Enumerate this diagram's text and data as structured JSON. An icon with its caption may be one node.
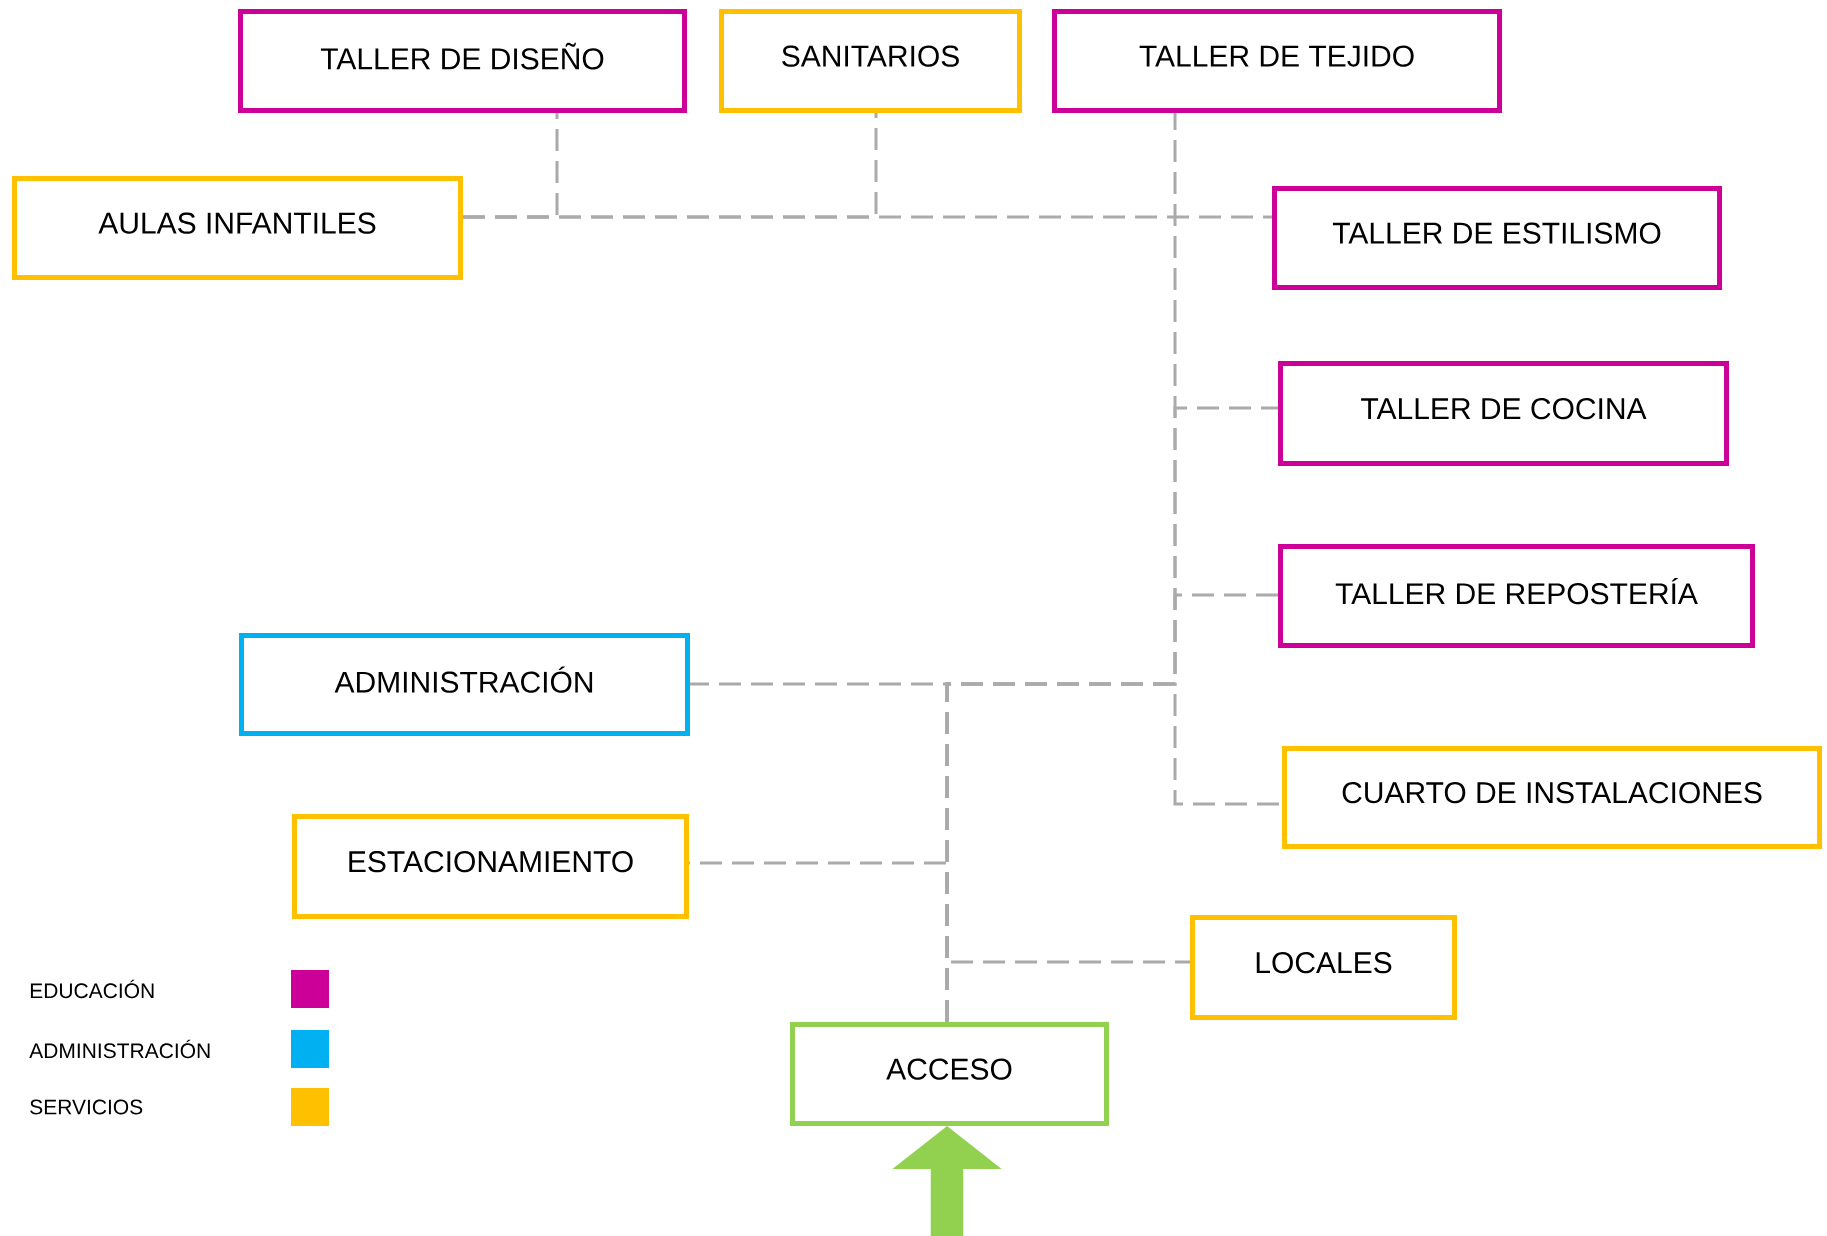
{
  "diagram": {
    "nodes": [
      {
        "text": [
          "TALLER DE DISEÑO"
        ]
      },
      {
        "text": [
          "SANITARIOS"
        ]
      },
      {
        "text": [
          "TALLER DE TEJIDO"
        ]
      },
      {
        "text": [
          "AULAS INFANTILES"
        ]
      },
      {
        "text": [
          "TALLER DE ESTILISMO"
        ]
      },
      {
        "text": [
          "TALLER DE COCINA"
        ]
      },
      {
        "text": [
          "TALLER DE REPOSTERÍA"
        ]
      },
      {
        "text": [
          "ADMINISTRACIÓN"
        ]
      },
      {
        "text": [
          "CUARTO DE INSTALACIONES"
        ]
      },
      {
        "text": [
          "ESTACIONAMIENTO"
        ]
      },
      {
        "text": [
          "LOCALES"
        ]
      },
      {
        "text": [
          "ACCESO"
        ]
      }
    ],
    "edges": [
      {
        "from": 3,
        "to": 0,
        "arrow": "none",
        "style": "dashed"
      },
      {
        "from": 3,
        "to": 1,
        "arrow": "none",
        "style": "dashed"
      },
      {
        "from": 3,
        "to": 4,
        "arrow": "none",
        "style": "dashed"
      },
      {
        "from": 11,
        "to": 10,
        "arrow": "none",
        "style": "dashed"
      },
      {
        "from": 11,
        "to": 9,
        "arrow": "none",
        "style": "dashed"
      },
      {
        "from": 11,
        "to": 7,
        "arrow": "none",
        "style": "dashed"
      },
      {
        "from": 11,
        "to": 2,
        "arrow": "none",
        "style": "dashed"
      },
      {
        "from": 11,
        "to": 5,
        "arrow": "none",
        "style": "dashed"
      },
      {
        "from": 11,
        "to": 6,
        "arrow": "none",
        "style": "dashed"
      },
      {
        "from": 11,
        "to": 8,
        "arrow": "none",
        "style": "dashed"
      },
      {
        "from": null,
        "to": 11,
        "arrow": "to",
        "style": "thick",
        "color": "#92d050"
      }
    ],
    "legend": [
      {
        "text": "EDUCACIÓN",
        "color": "#cc0099"
      },
      {
        "text": "ADMINISTRACIÓN",
        "color": "#00b0f0"
      },
      {
        "text": "SERVICIOS",
        "color": "#ffc000"
      }
    ]
  }
}
